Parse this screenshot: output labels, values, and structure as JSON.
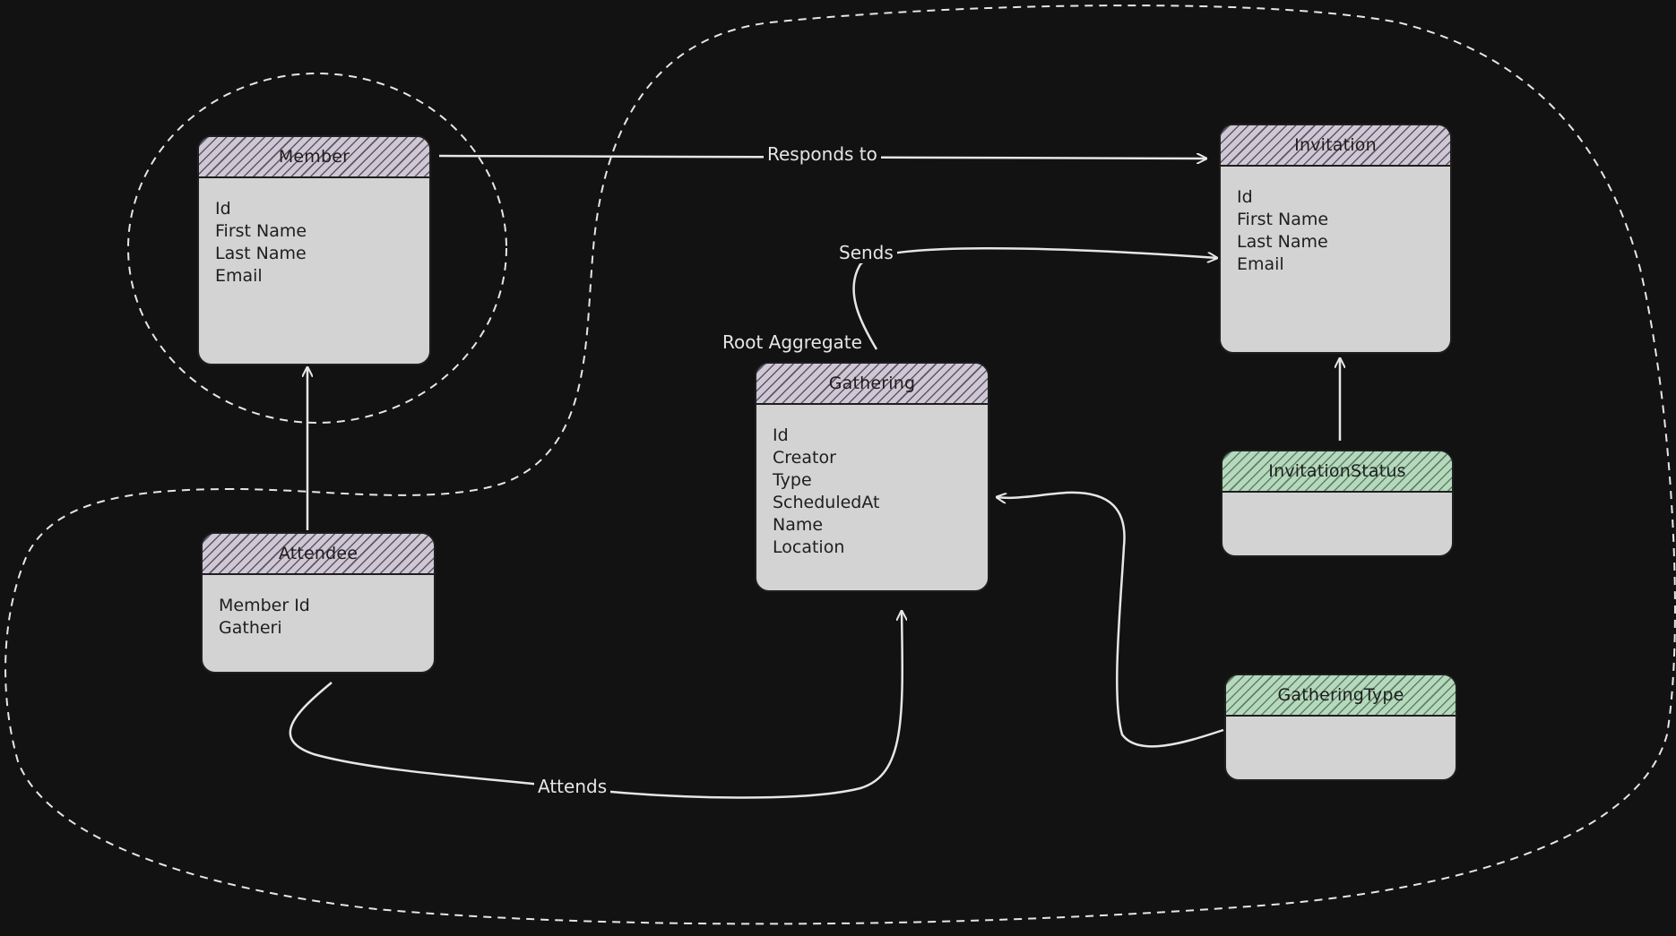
{
  "colors": {
    "background": "#121212",
    "entity_fill": "#d3d3d3",
    "header_purple": "#cfc6d6",
    "header_green": "#b6d8bd",
    "line": "#e6e6e6"
  },
  "entities": {
    "member": {
      "title": "Member",
      "fields": [
        "Id",
        "First Name",
        "Last Name",
        "Email"
      ]
    },
    "invitation": {
      "title": "Invitation",
      "fields": [
        "Id",
        "First Name",
        "Last Name",
        "Email"
      ]
    },
    "gathering": {
      "title": "Gathering",
      "fields": [
        "Id",
        "Creator",
        "Type",
        "ScheduledAt",
        "Name",
        "Location"
      ]
    },
    "attendee": {
      "title": "Attendee",
      "fields": [
        "Member Id",
        "Gatheri"
      ]
    },
    "invitation_status": {
      "title": "InvitationStatus",
      "fields": []
    },
    "gathering_type": {
      "title": "GatheringType",
      "fields": []
    }
  },
  "relations": {
    "responds_to": "Responds to",
    "sends": "Sends",
    "attends": "Attends"
  },
  "annotations": {
    "root_aggregate": "Root Aggregate"
  }
}
